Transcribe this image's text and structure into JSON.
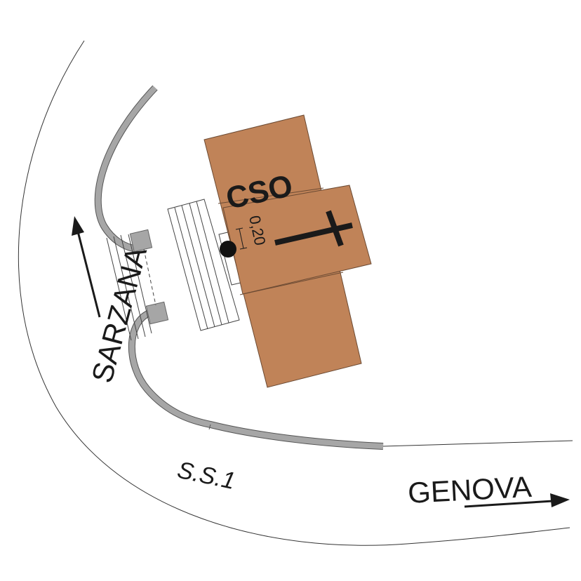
{
  "labels": {
    "building": "CSO",
    "dimension": "0,20",
    "road": "S.S.1",
    "direction_left": "SARZANA",
    "direction_right": "GENOVA"
  },
  "colors": {
    "building_fill": "#c08358",
    "building_stroke": "#6b4a33",
    "wall": "#a6a6a6",
    "wall_edge": "#555555",
    "road_line": "#333333",
    "ink": "#1a1a1a"
  },
  "icons": {
    "cross": "latin-cross-icon",
    "point": "survey-point-icon",
    "arrows": "direction-arrow-icon"
  }
}
